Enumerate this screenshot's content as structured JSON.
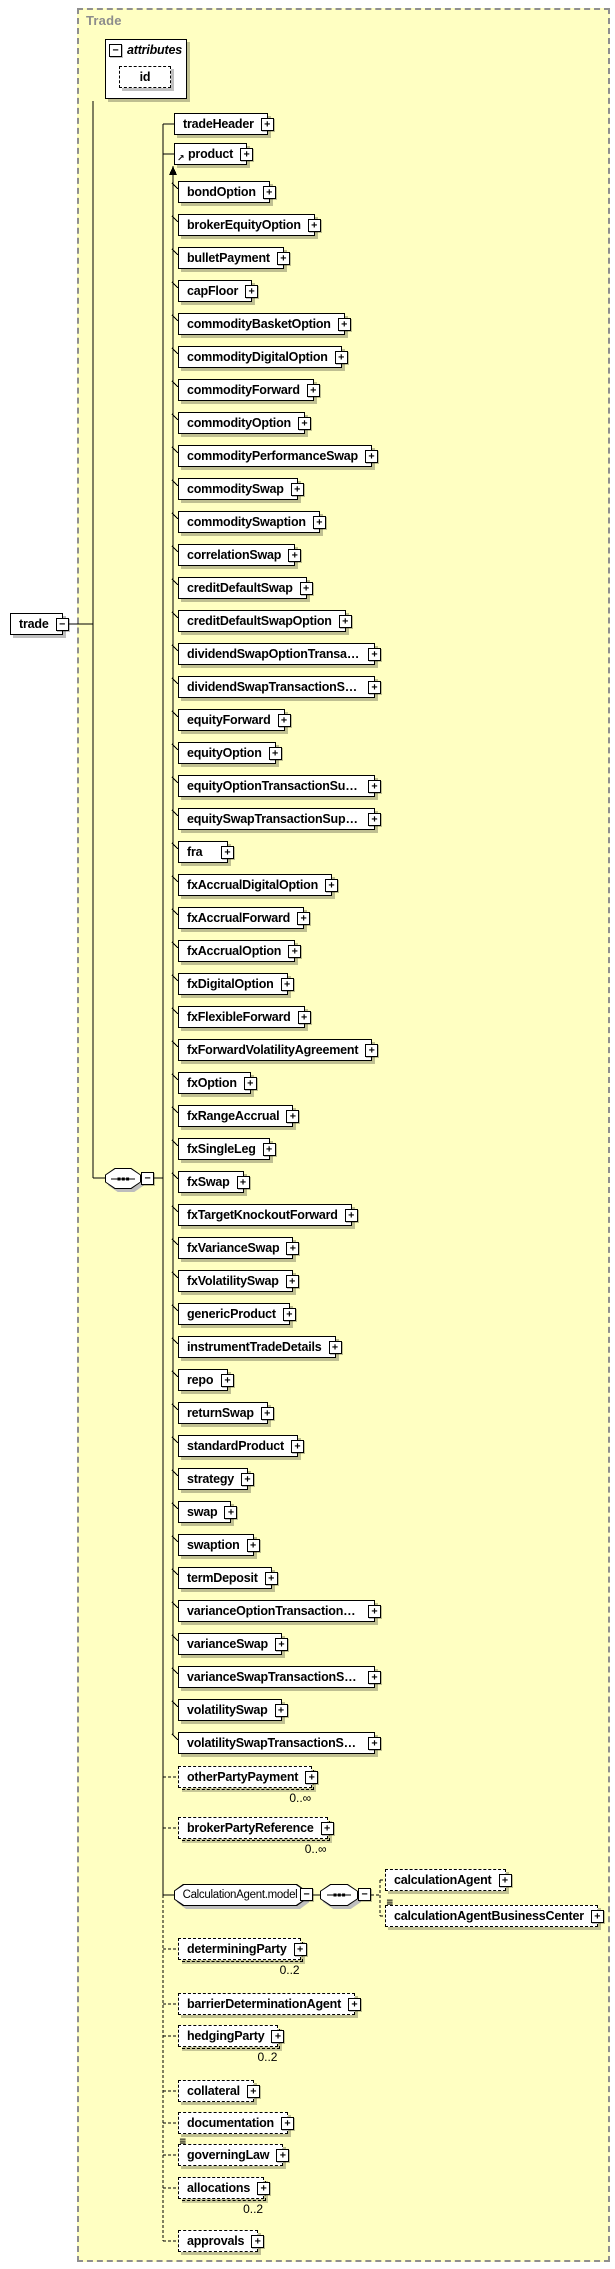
{
  "panel": {
    "label": "Trade"
  },
  "root": {
    "label": "trade",
    "toggle": "−"
  },
  "attributes": {
    "header": "attributes",
    "toggle": "−",
    "items": [
      {
        "label": "id"
      }
    ]
  },
  "sequence_toggle": "−",
  "substitution_toggle": "+",
  "children_upper": [
    {
      "label": "tradeHeader",
      "toggle": "+"
    },
    {
      "label": "product",
      "toggle": "+"
    }
  ],
  "product_substitutions": [
    {
      "label": "bondOption"
    },
    {
      "label": "brokerEquityOption"
    },
    {
      "label": "bulletPayment"
    },
    {
      "label": "capFloor"
    },
    {
      "label": "commodityBasketOption"
    },
    {
      "label": "commodityDigitalOption"
    },
    {
      "label": "commodityForward"
    },
    {
      "label": "commodityOption"
    },
    {
      "label": "commodityPerformanceSwap"
    },
    {
      "label": "commoditySwap"
    },
    {
      "label": "commoditySwaption"
    },
    {
      "label": "correlationSwap"
    },
    {
      "label": "creditDefaultSwap"
    },
    {
      "label": "creditDefaultSwapOption"
    },
    {
      "label": "dividendSwapOptionTransactio..."
    },
    {
      "label": "dividendSwapTransactionSuppl..."
    },
    {
      "label": "equityForward"
    },
    {
      "label": "equityOption"
    },
    {
      "label": "equityOptionTransactionSupple..."
    },
    {
      "label": "equitySwapTransactionSupple..."
    },
    {
      "label": "fra"
    },
    {
      "label": "fxAccrualDigitalOption"
    },
    {
      "label": "fxAccrualForward"
    },
    {
      "label": "fxAccrualOption"
    },
    {
      "label": "fxDigitalOption"
    },
    {
      "label": "fxFlexibleForward"
    },
    {
      "label": "fxForwardVolatilityAgreement"
    },
    {
      "label": "fxOption"
    },
    {
      "label": "fxRangeAccrual"
    },
    {
      "label": "fxSingleLeg"
    },
    {
      "label": "fxSwap"
    },
    {
      "label": "fxTargetKnockoutForward"
    },
    {
      "label": "fxVarianceSwap"
    },
    {
      "label": "fxVolatilitySwap"
    },
    {
      "label": "genericProduct"
    },
    {
      "label": "instrumentTradeDetails"
    },
    {
      "label": "repo"
    },
    {
      "label": "returnSwap"
    },
    {
      "label": "standardProduct"
    },
    {
      "label": "strategy"
    },
    {
      "label": "swap"
    },
    {
      "label": "swaption"
    },
    {
      "label": "termDeposit"
    },
    {
      "label": "varianceOptionTransactionSup..."
    },
    {
      "label": "varianceSwap"
    },
    {
      "label": "varianceSwapTransactionSuppl..."
    },
    {
      "label": "volatilitySwap"
    },
    {
      "label": "volatilitySwapTransactionSuppl..."
    }
  ],
  "children_lower": [
    {
      "label": "otherPartyPayment",
      "toggle": "+",
      "occurs": "0..∞",
      "optional": true,
      "repeating": true
    },
    {
      "label": "brokerPartyReference",
      "toggle": "+",
      "occurs": "0..∞",
      "optional": true,
      "repeating": true
    },
    {
      "label": "CalculationAgent.model",
      "toggle": "−",
      "group": true
    },
    {
      "label": "determiningParty",
      "toggle": "+",
      "occurs": "0..2",
      "optional": true,
      "repeating": true
    },
    {
      "label": "barrierDeterminationAgent",
      "toggle": "+",
      "optional": true
    },
    {
      "label": "hedgingParty",
      "toggle": "+",
      "occurs": "0..2",
      "optional": true,
      "repeating": true
    },
    {
      "label": "collateral",
      "toggle": "+",
      "optional": true
    },
    {
      "label": "documentation",
      "toggle": "+",
      "optional": true
    },
    {
      "label": "governingLaw",
      "toggle": "+",
      "optional": true,
      "has_attributes_icon": true
    },
    {
      "label": "allocations",
      "toggle": "+",
      "occurs": "0..2",
      "optional": true,
      "repeating": true
    },
    {
      "label": "approvals",
      "toggle": "+",
      "optional": true
    }
  ],
  "calculation_agent_model": {
    "sequence_toggle": "−",
    "children": [
      {
        "label": "calculationAgent",
        "toggle": "+",
        "optional": true
      },
      {
        "label": "calculationAgentBusinessCenter",
        "toggle": "+",
        "optional": true,
        "has_attributes_icon": true
      }
    ]
  }
}
